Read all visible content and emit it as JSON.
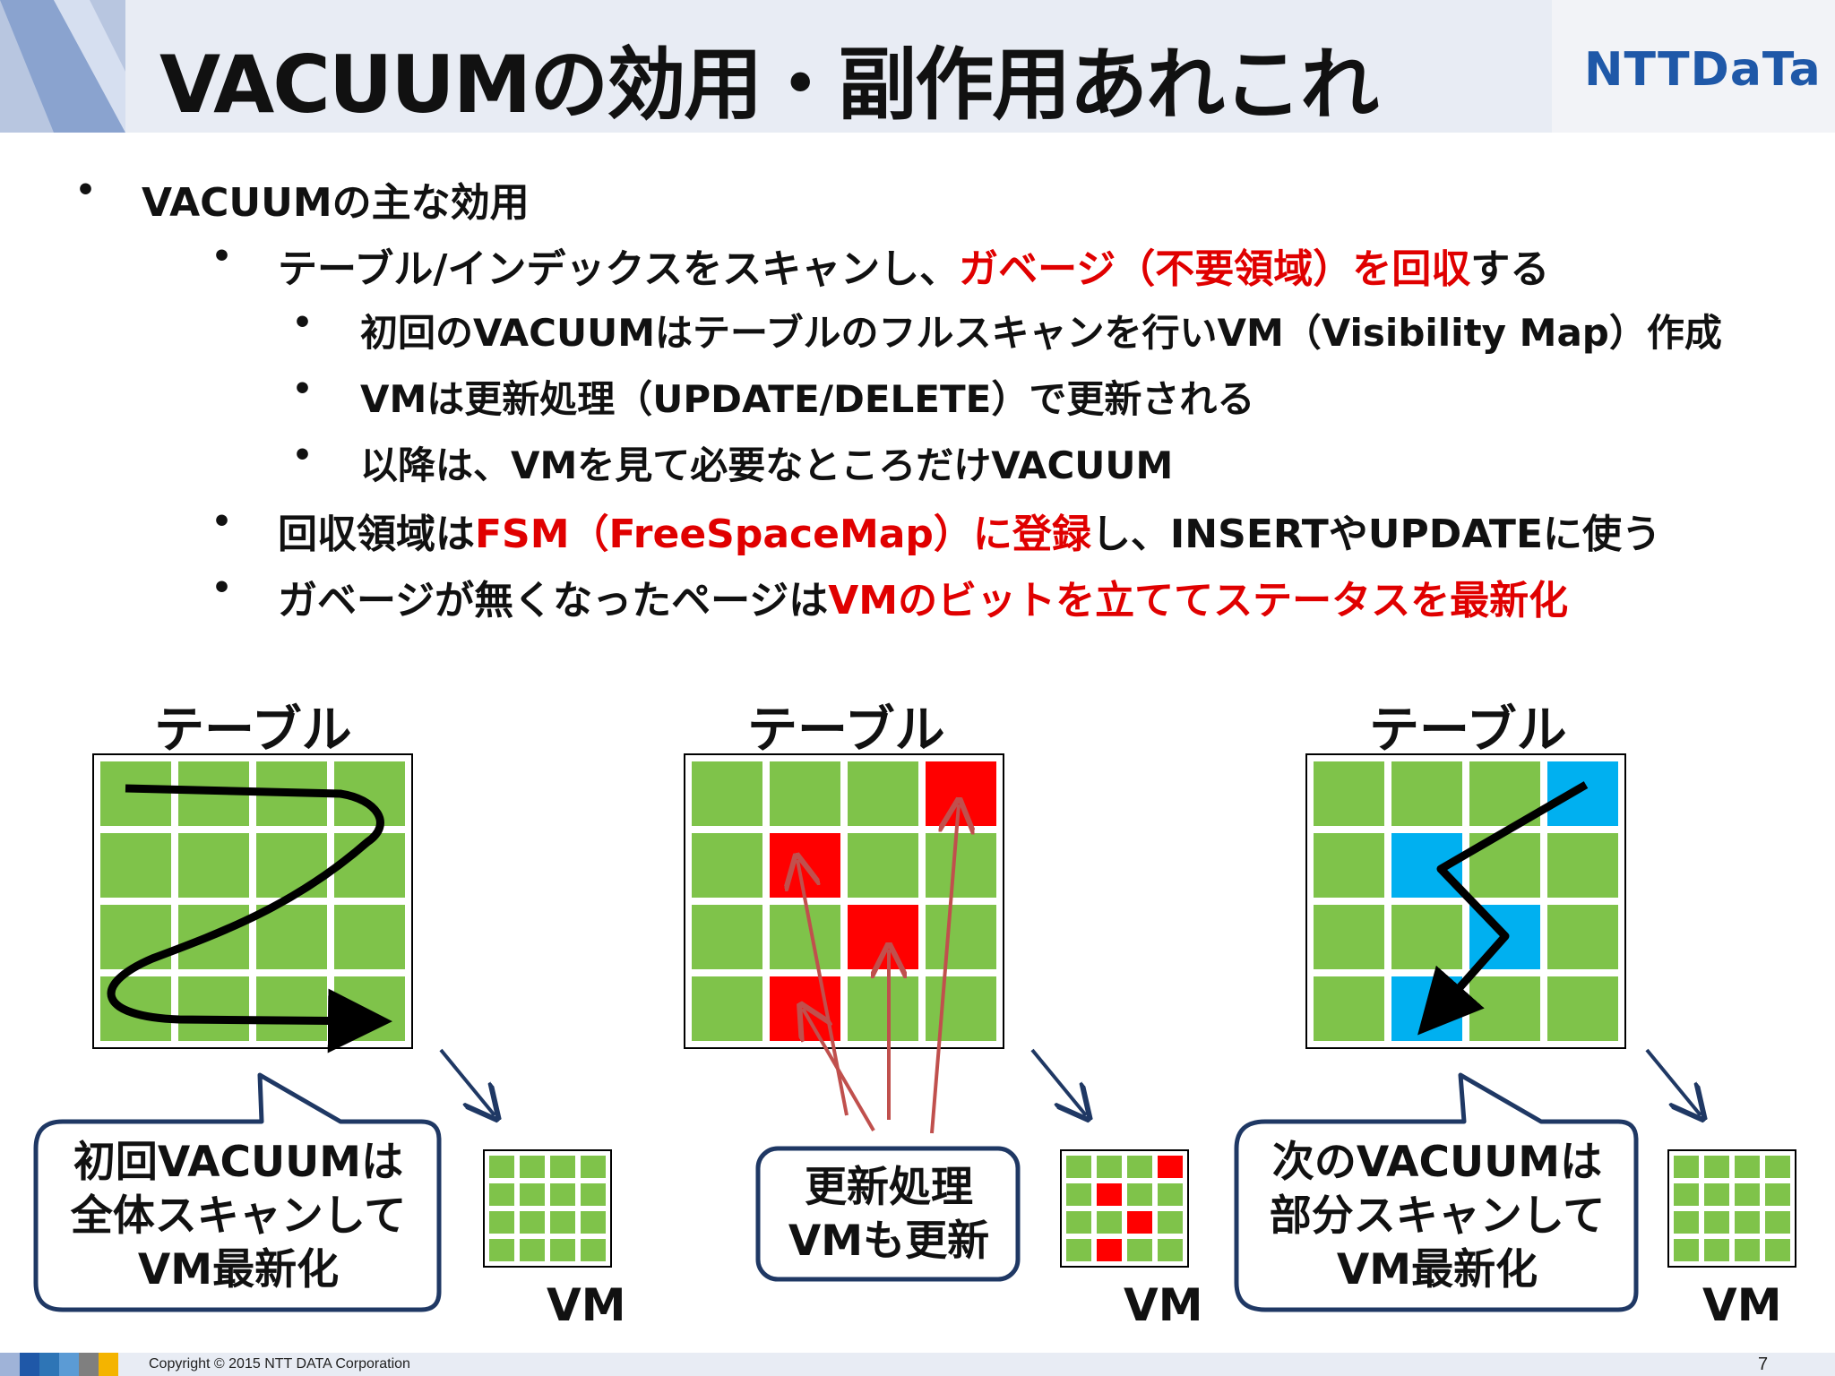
{
  "title": "VACUUMの効用・副作用あれこれ",
  "logo": "NTTDaTa",
  "bullets": {
    "l1": "VACUUMの主な効用",
    "l2a_pre": "テーブル/インデックスをスキャンし、",
    "l2a_red": "ガベージ（不要領域）を回収",
    "l2a_post": "する",
    "l3a": "初回のVACUUMはテーブルのフルスキャンを行いVM（Visibility Map）作成",
    "l3b": "VMは更新処理（UPDATE/DELETE）で更新される",
    "l3c": "以降は、VMを見て必要なところだけVACUUM",
    "l2b_pre": "回収領域は",
    "l2b_red": "FSM（FreeSpaceMap）に登録",
    "l2b_post": "し、INSERTやUPDATEに使う",
    "l2c_pre": "ガベージが無くなったページは",
    "l2c_red": "VMのビットを立ててステータスを最新化"
  },
  "diagram": {
    "table_label": "テーブル",
    "vm_label": "VM",
    "callout1": [
      "初回VACUUMは",
      "全体スキャンして",
      "VM最新化"
    ],
    "callout2": [
      "更新処理",
      "VMも更新"
    ],
    "callout3": [
      "次のVACUUMは",
      "部分スキャンして",
      "VM最新化"
    ]
  },
  "colors": {
    "cell_green": "#7fc34a",
    "cell_red": "#ff0000",
    "cell_blue": "#00b0f0",
    "accent_red": "#e00000",
    "callout_border": "#1f3864",
    "arrow_red": "#c0504d"
  },
  "footer": {
    "copyright": "Copyright © 2015 NTT DATA Corporation",
    "page": "7"
  }
}
